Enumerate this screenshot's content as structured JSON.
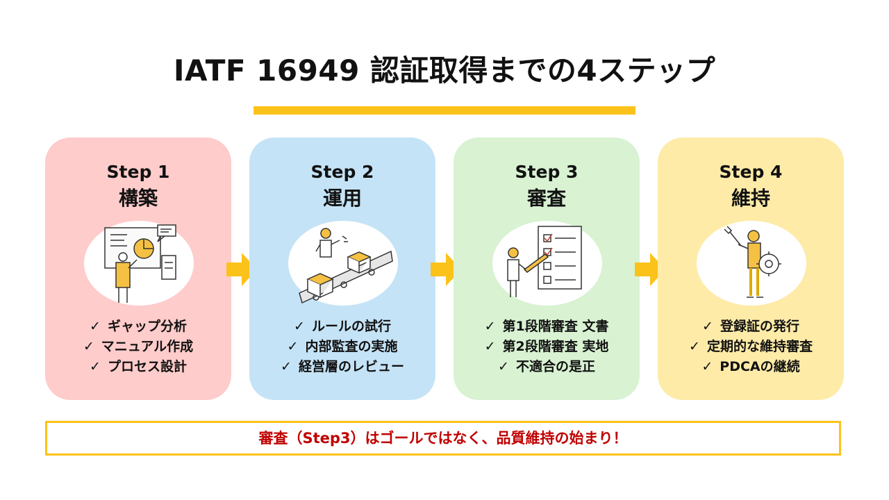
{
  "title": "IATF 16949 認証取得までの4ステップ",
  "colors": {
    "accent": "#FBC21A",
    "note_text": "#C00000",
    "card_backgrounds": [
      "#FECCCB",
      "#C5E3F6",
      "#D8F2D2",
      "#FEEBA8"
    ]
  },
  "steps": [
    {
      "label": "Step 1",
      "name": "構築",
      "illustration": "whiteboard-planning-person",
      "items": [
        "ギャップ分析",
        "マニュアル作成",
        "プロセス設計"
      ]
    },
    {
      "label": "Step 2",
      "name": "運用",
      "illustration": "conveyor-belt-worker",
      "items": [
        "ルールの試行",
        "内部監査の実施",
        "経営層のレビュー"
      ]
    },
    {
      "label": "Step 3",
      "name": "審査",
      "illustration": "checklist-inspector",
      "items": [
        "第1段階審査 文書",
        "第2段階審査 実地",
        "不適合の是正"
      ]
    },
    {
      "label": "Step 4",
      "name": "維持",
      "illustration": "maintenance-worker-wrench-gear",
      "items": [
        "登録証の発行",
        "定期的な維持審査",
        "PDCAの継続"
      ]
    }
  ],
  "check_mark": "✓",
  "note": "審査（Step3）はゴールではなく、品質維持の始まり！"
}
